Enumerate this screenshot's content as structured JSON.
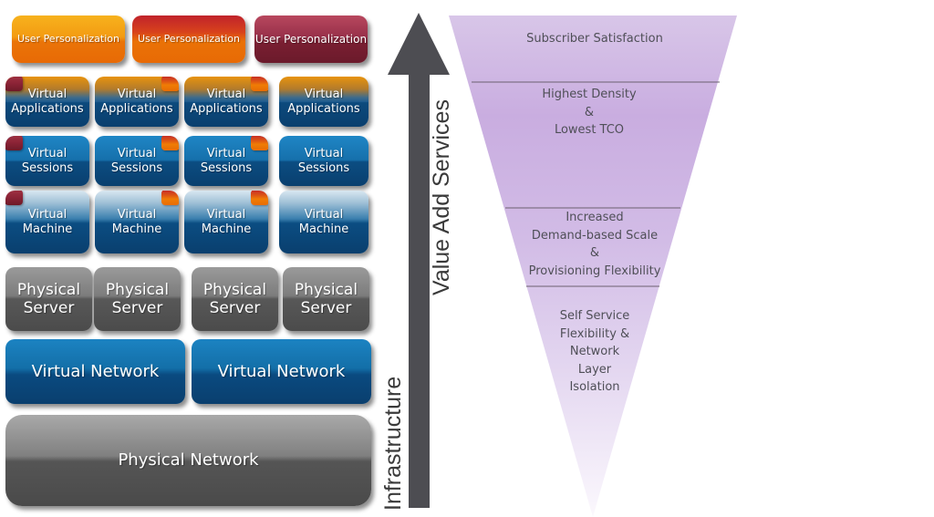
{
  "layers": {
    "user_personalization": [
      {
        "label": "User Personalization",
        "style": "orange"
      },
      {
        "label": "User Personalization",
        "style": "red-orange"
      },
      {
        "label": "User Personalization",
        "style": "maroon"
      }
    ],
    "virtual_applications": [
      {
        "line1": "Virtual",
        "line2": "Applications",
        "badge": "maroon"
      },
      {
        "line1": "Virtual",
        "line2": "Applications",
        "badge": "orange"
      },
      {
        "line1": "Virtual",
        "line2": "Applications",
        "badge": "orange"
      },
      {
        "line1": "Virtual",
        "line2": "Applications",
        "badge": "none"
      }
    ],
    "virtual_sessions": [
      {
        "line1": "Virtual",
        "line2": "Sessions",
        "badge": "maroon"
      },
      {
        "line1": "Virtual",
        "line2": "Sessions",
        "badge": "orange"
      },
      {
        "line1": "Virtual",
        "line2": "Sessions",
        "badge": "orange"
      },
      {
        "line1": "Virtual",
        "line2": "Sessions",
        "badge": "none"
      }
    ],
    "virtual_machines": [
      {
        "line1": "Virtual",
        "line2": "Machine",
        "badge": "maroon"
      },
      {
        "line1": "Virtual",
        "line2": "Machine",
        "badge": "orange"
      },
      {
        "line1": "Virtual",
        "line2": "Machine",
        "badge": "orange"
      },
      {
        "line1": "Virtual",
        "line2": "Machine",
        "badge": "none"
      }
    ],
    "physical_servers": [
      {
        "line1": "Physical",
        "line2": "Server"
      },
      {
        "line1": "Physical",
        "line2": "Server"
      },
      {
        "line1": "Physical",
        "line2": "Server"
      },
      {
        "line1": "Physical",
        "line2": "Server"
      }
    ],
    "virtual_networks": [
      {
        "label": "Virtual Network"
      },
      {
        "label": "Virtual Network"
      }
    ],
    "physical_network": {
      "label": "Physical Network"
    }
  },
  "axis": {
    "top_label": "Value Add Services",
    "bottom_label": "Infrastructure",
    "arrow_color": "#4d4d52"
  },
  "funnel": {
    "color_top": "#d6c3e6",
    "color_bottom": "#f7f2fb",
    "sections": [
      {
        "lines": [
          "Subscriber Satisfaction"
        ]
      },
      {
        "lines": [
          "Highest Density",
          "&",
          "Lowest TCO"
        ]
      },
      {
        "lines": [
          "Increased",
          "Demand-based Scale",
          "&",
          "Provisioning Flexibility"
        ]
      },
      {
        "lines": [
          "Self Service",
          "Flexibility &",
          "Network",
          "Layer",
          "Isolation"
        ]
      }
    ]
  },
  "colors": {
    "blue_dark": "#0a3f6e",
    "blue_light": "#1c83c2",
    "orange": "#ea7206",
    "maroon": "#7a1f32",
    "gray": "#555555"
  }
}
